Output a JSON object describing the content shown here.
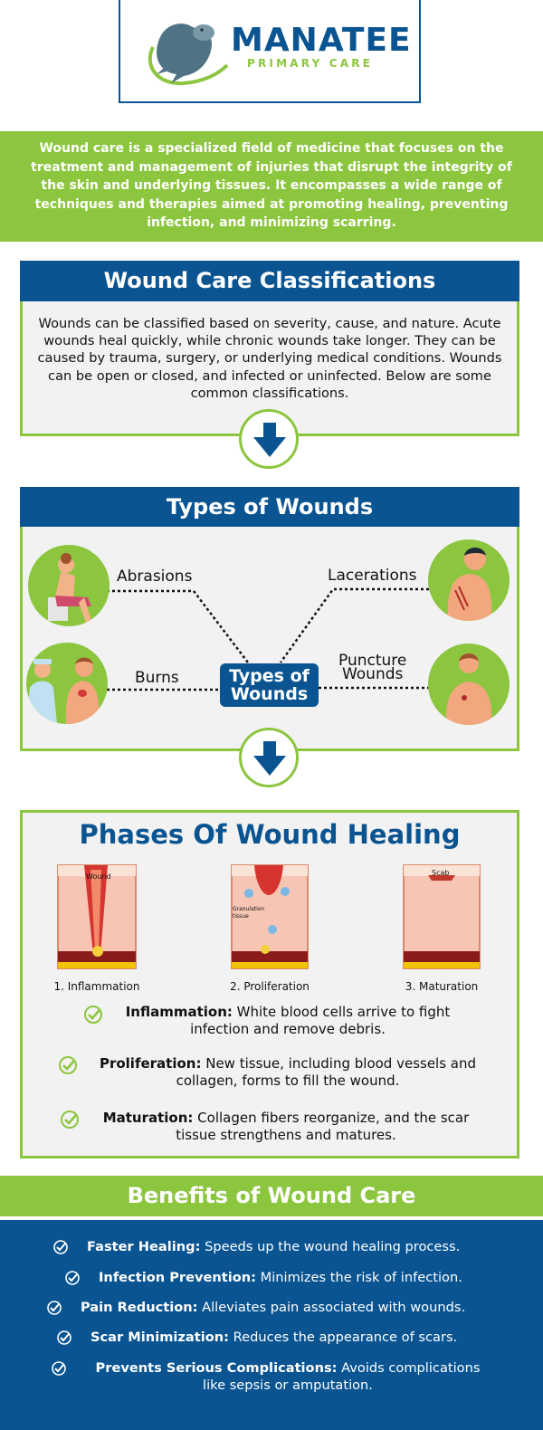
{
  "logo": {
    "name": "MANATEE",
    "sub": "PRIMARY CARE"
  },
  "intro": "Wound care is a specialized field of medicine that focuses on the treatment and management of injuries that disrupt the integrity of the skin and underlying tissues. It encompasses a wide range of techniques and therapies aimed at promoting healing, preventing infection, and minimizing scarring.",
  "classifications": {
    "title": "Wound Care Classifications",
    "body": "Wounds can be classified based on severity, cause, and nature. Acute wounds heal quickly, while chronic wounds take longer. They can be caused by trauma, surgery, or underlying medical conditions. Wounds can be open or closed, and infected or uninfected. Below are some common classifications."
  },
  "types": {
    "title": "Types of Wounds",
    "center_line1": "Types of",
    "center_line2": "Wounds",
    "abrasions": "Abrasions",
    "lacerations": "Lacerations",
    "burns": "Burns",
    "puncture_line1": "Puncture",
    "puncture_line2": "Wounds"
  },
  "phases": {
    "title": "Phases Of Wound Healing",
    "diagram_labels": {
      "wound": "Wound",
      "granulation1": "Granulation",
      "granulation2": "tissue",
      "scab": "Scab"
    },
    "captions": [
      "1. Inflammation",
      "2. Proliferation",
      "3. Maturation"
    ],
    "items": [
      {
        "term": "Inflammation:",
        "line1": " White blood cells arrive to fight",
        "line2": "infection and remove debris."
      },
      {
        "term": "Proliferation:",
        "line1": " New tissue, including blood vessels and",
        "line2": "collagen, forms to fill the wound."
      },
      {
        "term": "Maturation:",
        "line1": " Collagen fibers reorganize, and the scar",
        "line2": "tissue strengthens and matures."
      }
    ]
  },
  "benefits": {
    "title": "Benefits of Wound Care",
    "items": [
      {
        "term": "Faster Healing:",
        "text": " Speeds up the wound healing process."
      },
      {
        "term": "Infection Prevention:",
        "text": " Minimizes the risk of infection."
      },
      {
        "term": "Pain Reduction:",
        "text": " Alleviates pain associated with wounds."
      },
      {
        "term": "Scar Minimization:",
        "text": " Reduces the appearance of scars."
      },
      {
        "term": "Prevents Serious Complications:",
        "text": " Avoids complications",
        "line2": "like sepsis or amputation."
      }
    ]
  },
  "colors": {
    "blue": "#0a5491",
    "green": "#8cc63f",
    "panel": "#f2f2f2"
  }
}
